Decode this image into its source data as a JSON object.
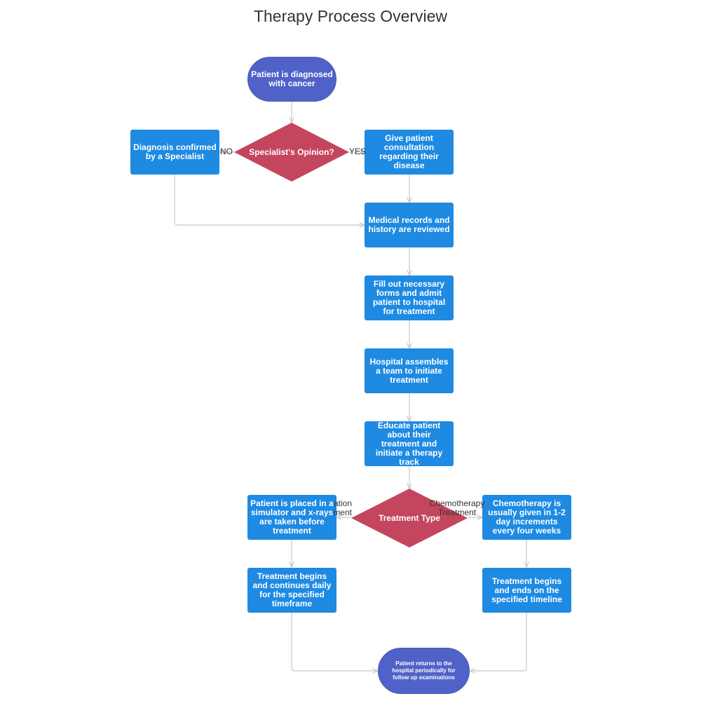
{
  "title": "Therapy Process Overview",
  "colors": {
    "process": "#1e8ae2",
    "terminal": "#5062c8",
    "decision": "#c4465e",
    "edge": "#c8c8c8"
  },
  "nodes": {
    "start": "Patient is diagnosed with cancer",
    "opinion": "Specialist's Opinion?",
    "confirmed": "Diagnosis confirmed by a Specialist",
    "consult": "Give patient consultation regarding their disease",
    "records": "Medical records and history are reviewed",
    "forms": "Fill out necessary forms and admit patient to hospital for treatment",
    "team": "Hospital assembles a team to initiate treatment",
    "educate": "Educate patient about their treatment and initiate a therapy track",
    "type": "Treatment Type",
    "simulator": "Patient is placed in a simulator and x-rays are taken before treatment",
    "chemo": "Chemotherapy is usually given in 1-2 day increments every four weeks",
    "daily": "Treatment begins and continues daily for the specified timeframe",
    "timeline": "Treatment begins and ends on the specified timeline",
    "end": "Patient returns to the hospital periodically for follow up examinations"
  },
  "edge_labels": {
    "no": "NO",
    "yes": "YES",
    "radiation_1": "ation",
    "radiation_2": "ment",
    "chemo_1": "Chemotherapy",
    "chemo_2": "Treatment"
  }
}
